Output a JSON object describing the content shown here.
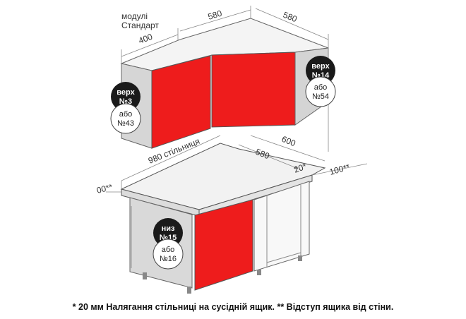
{
  "labels": {
    "module_series": "модулі",
    "module_series_name": "Стандарт",
    "dim_top_left": "400",
    "dim_top_mid": "580",
    "dim_top_right": "580",
    "dim_countertop": "980 стільниця",
    "dim_base_580": "580",
    "dim_base_600": "600",
    "dim_overlap": "20*",
    "dim_offset_right": "100**",
    "dim_offset_left": "00**"
  },
  "badges": {
    "upper_left": {
      "top": "верх",
      "code": "№3",
      "alt_word": "або",
      "alt_code": "№43"
    },
    "upper_right": {
      "top": "верх",
      "code": "№14",
      "alt_word": "або",
      "alt_code": "№54"
    },
    "lower": {
      "top": "низ",
      "code": "№15",
      "alt_word": "або",
      "alt_code": "№16"
    }
  },
  "footnote": "* 20 мм Налягання стільниці на сусідній ящик. ** Відступ ящика від стіни.",
  "colors": {
    "facade": "#ee1c1c",
    "carcass": "#d9d9d9",
    "countertop": "#f1f1f1",
    "outline": "#555555",
    "badge_dark": "#1a1a1a"
  }
}
